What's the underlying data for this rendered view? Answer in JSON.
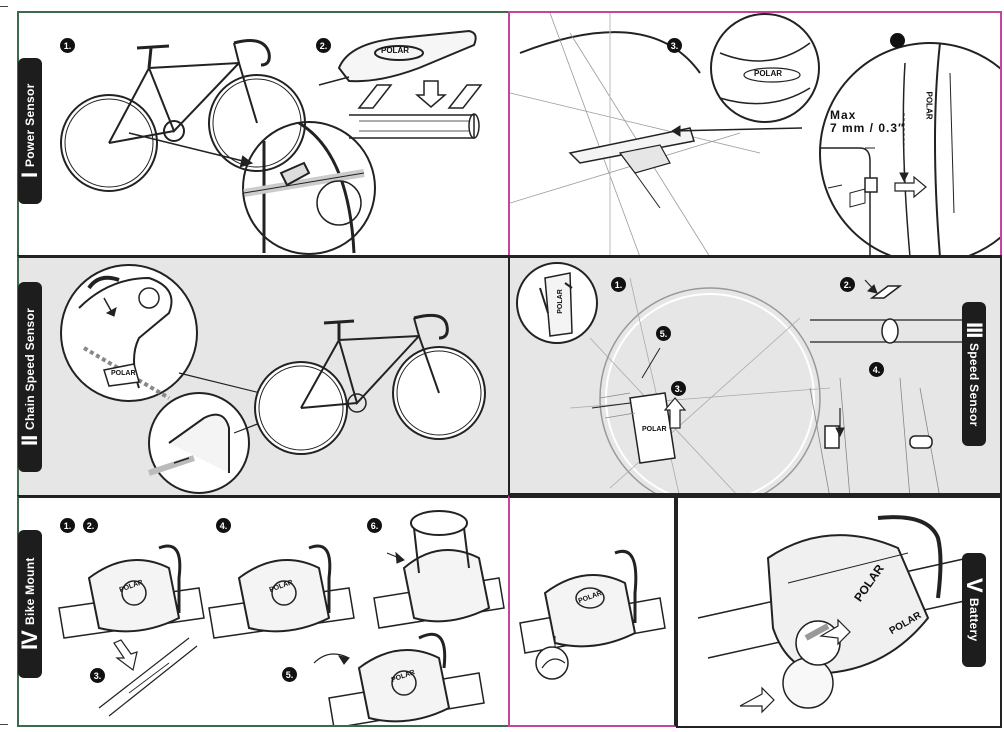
{
  "sections": {
    "power_sensor": {
      "roman": "I",
      "title": "Power Sensor"
    },
    "chain_speed_sensor": {
      "roman": "II",
      "title": "Chain Speed Sensor"
    },
    "speed_sensor": {
      "roman": "III",
      "title": "Speed Sensor"
    },
    "bike_mount": {
      "roman": "IV",
      "title": "Bike Mount"
    },
    "battery": {
      "roman": "V",
      "title": "Battery"
    }
  },
  "steps": {
    "power": [
      "1.",
      "2.",
      "3."
    ],
    "speed": [
      "1.",
      "2.",
      "3.",
      "4.",
      "5."
    ],
    "mount": [
      "1.",
      "2.",
      "3.",
      "4.",
      "5.",
      "6."
    ]
  },
  "measurement": {
    "line1": "Max",
    "line2": "7 mm / 0.3″"
  },
  "product_label": "POLAR",
  "colors": {
    "border_green": "#3c6b4a",
    "border_magenta": "#c2479a",
    "border_dark": "#222222",
    "panel_gray": "#e6e6e6",
    "tab_black": "#1d1d1d"
  }
}
